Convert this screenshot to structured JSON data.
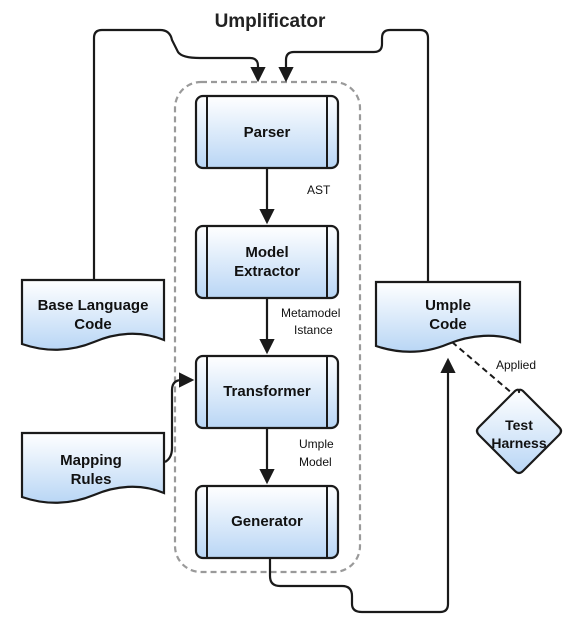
{
  "title": "Umplificator",
  "process_boxes": {
    "parser": "Parser",
    "model_extractor_line1": "Model",
    "model_extractor_line2": "Extractor",
    "transformer": "Transformer",
    "generator": "Generator"
  },
  "documents": {
    "base_language_line1": "Base Language",
    "base_language_line2": "Code",
    "mapping_rules_line1": "Mapping",
    "mapping_rules_line2": "Rules",
    "umple_code_line1": "Umple",
    "umple_code_line2": "Code"
  },
  "decision": {
    "test_harness_line1": "Test",
    "test_harness_line2": "Harness"
  },
  "edge_labels": {
    "ast": "AST",
    "metamodel_line1": "Metamodel",
    "metamodel_line2": "Istance",
    "umple_model_line1": "Umple",
    "umple_model_line2": "Model",
    "applied": "Applied"
  },
  "colors": {
    "box_fill_top": "#ffffff",
    "box_fill_bottom": "#b9d6f5",
    "stroke": "#1a1a1a",
    "dashed_border": "#9a9a9a"
  }
}
